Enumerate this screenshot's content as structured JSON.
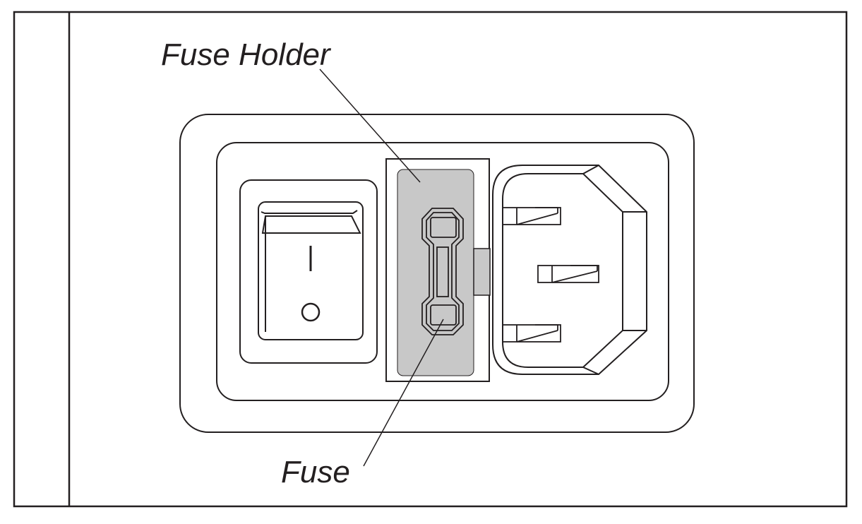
{
  "labels": {
    "fuse_holder": "Fuse Holder",
    "fuse": "Fuse"
  },
  "switch_symbols": {
    "on": "I",
    "off": "O"
  },
  "colors": {
    "outline": "#231f20",
    "highlight": "#c8c8c8",
    "background": "#ffffff"
  }
}
